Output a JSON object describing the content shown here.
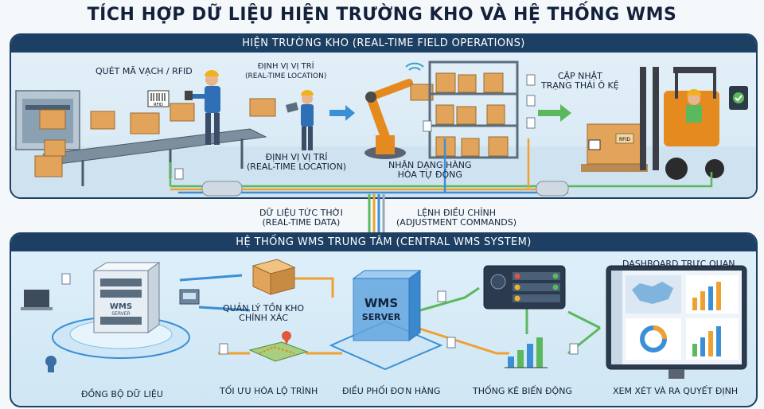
{
  "title": "TÍCH HỢP DỮ LIỆU HIỆN TRƯỜNG KHO VÀ HỆ THỐNG WMS",
  "top_panel": {
    "header": "HIỆN TRƯỜNG KHO (REAL-TIME FIELD OPERATIONS)",
    "labels": {
      "scan": "QUÉT MÃ VẠCH / RFID",
      "locate_top_1": "ĐỊNH VỊ VỊ TRÍ",
      "locate_top_2": "(REAL-TIME LOCATION)",
      "locate_bottom_1": "ĐỊNH VỊ VỊ TRÍ",
      "locate_bottom_2": "(REAL-TIME LOCATION)",
      "auto_id_1": "NHẬN DẠNG HÀNG",
      "auto_id_2": "HÓA TỰ ĐỘNG",
      "update_1": "CẬP NHẬT",
      "update_2": "TRẠNG THÁI Ô KỆ"
    },
    "tags": {
      "barcode": "RFID",
      "forklift_box": "RFID"
    }
  },
  "connector": {
    "realtime_data_1": "DỮ LIỆU TỨC THỜI",
    "realtime_data_2": "(REAL-TIME DATA)",
    "adjust_1": "LỆNH ĐIỀU CHỈNH",
    "adjust_2": "(ADJUSTMENT COMMANDS)"
  },
  "bottom_panel": {
    "header": "HỆ THỐNG WMS TRUNG TÂM (CENTRAL WMS SYSTEM)",
    "server_left": {
      "line1": "WMS",
      "line2": "SERVER"
    },
    "server_center": {
      "line1": "WMS",
      "line2": "SERVER"
    },
    "labels": {
      "inventory_1": "QUẢN LÝ TỒN KHO",
      "inventory_2": "CHÍNH XÁC",
      "sync": "ĐỒNG BỘ DỮ LIỆU",
      "route": "TỐI ƯU HÓA LỘ TRÌNH",
      "orders": "ĐIỀU PHỐI ĐƠN HÀNG",
      "stats": "THỐNG KÊ BIẾN ĐỘNG",
      "dashboard": "DASHBOARD TRỰC QUAN",
      "decide": "XEM XÉT VÀ RA QUYẾT ĐỊNH"
    }
  },
  "colors": {
    "navy": "#1c3f63",
    "orange_arrow": "#f0a030",
    "green_arrow": "#5cb85c",
    "blue_arrow": "#3a8fd6",
    "box": "#e2a45b",
    "worker_vest": "#2f6fb5",
    "hardhat": "#f2b01e",
    "robot": "#e58a1f"
  }
}
